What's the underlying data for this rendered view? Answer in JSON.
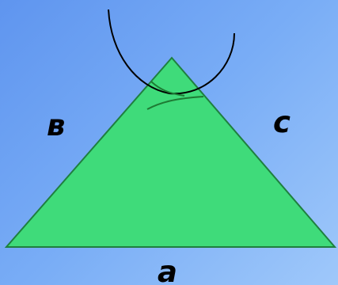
{
  "diagram": {
    "labels": {
      "side_b": "в",
      "side_c": "с",
      "side_a": "а"
    },
    "colors": {
      "background_start": "#5f95ef",
      "background_end": "#9fc8fa",
      "triangle_fill": "#3fdb7a",
      "triangle_stroke": "#1f7f3f",
      "arc_dark": "#000000",
      "arc_green": "#1e7b34"
    }
  }
}
